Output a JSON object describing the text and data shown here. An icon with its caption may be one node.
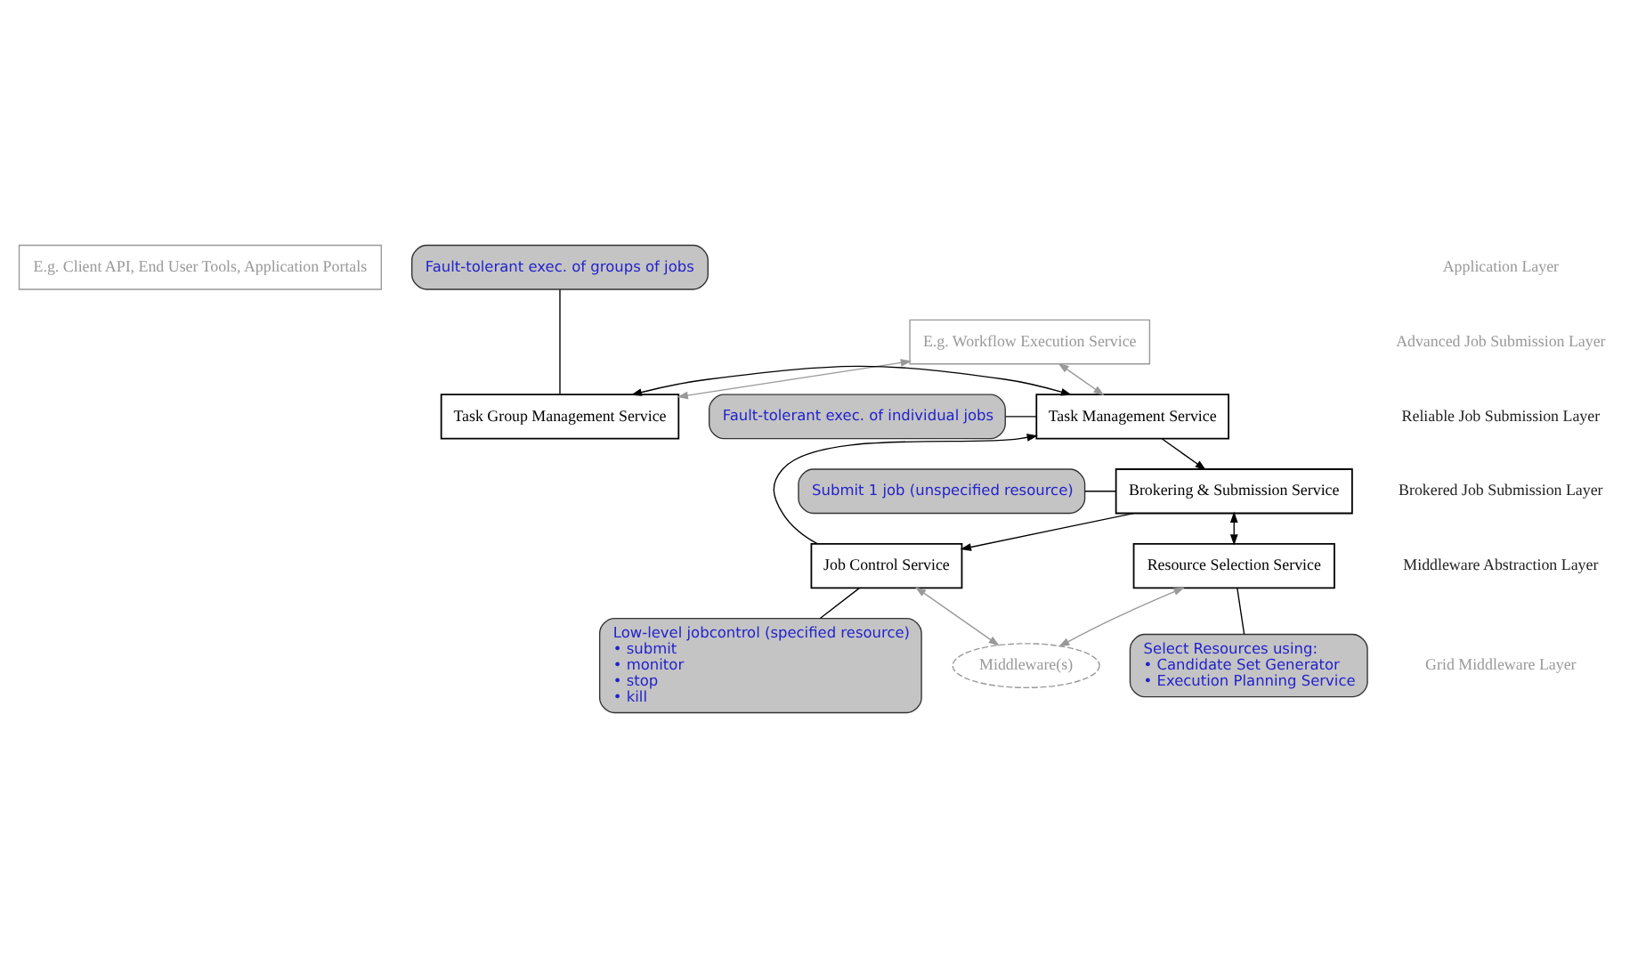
{
  "diagram": {
    "nodes": [
      {
        "text": [
          "E.g. Client API, End User Tools, Application Portals"
        ]
      },
      {
        "text": [
          "Fault-tolerant exec. of groups of jobs"
        ]
      },
      {
        "text": [
          "E.g. Workflow Execution Service"
        ]
      },
      {
        "text": [
          "Fault-tolerant exec. of individual jobs"
        ]
      },
      {
        "text": [
          "Task Group Management Service"
        ]
      },
      {
        "text": [
          "Task Management Service"
        ]
      },
      {
        "text": [
          "Submit 1 job (unspecified resource)"
        ]
      },
      {
        "text": [
          "Brokering & Submission Service"
        ]
      },
      {
        "text": [
          "Job Control Service"
        ]
      },
      {
        "text": [
          "Resource Selection Service"
        ]
      },
      {
        "text": [
          "Low-level jobcontrol (specified resource)",
          "• submit",
          "• monitor",
          "• stop",
          "• kill"
        ]
      },
      {
        "text": [
          "Middleware(s)"
        ]
      },
      {
        "text": [
          "Select Resources using:",
          "• Candidate Set Generator",
          "• Execution Planning Service"
        ]
      }
    ],
    "edges": [
      {
        "from": 2,
        "to": 5,
        "arrow": "both",
        "color": "#999999"
      },
      {
        "from": 2,
        "to": 4,
        "arrow": "both",
        "color": "#999999"
      },
      {
        "from": 4,
        "to": 5,
        "arrow": "both"
      },
      {
        "from": 5,
        "to": 7,
        "arrow": "to"
      },
      {
        "from": 8,
        "to": 5,
        "arrow": "to"
      },
      {
        "from": 7,
        "to": 8,
        "arrow": "to"
      },
      {
        "from": 7,
        "to": 9,
        "arrow": "both"
      },
      {
        "from": 8,
        "to": 11,
        "arrow": "both",
        "color": "#999999"
      },
      {
        "from": 9,
        "to": 11,
        "arrow": "both",
        "color": "#999999"
      },
      {
        "from": 1,
        "to": 4,
        "arrow": "none"
      },
      {
        "from": 3,
        "to": 5,
        "arrow": "none"
      },
      {
        "from": 6,
        "to": 7,
        "arrow": "none"
      },
      {
        "from": 10,
        "to": 8,
        "arrow": "none"
      },
      {
        "from": 12,
        "to": 9,
        "arrow": "none"
      }
    ],
    "labels": [
      "Application Layer",
      "Advanced Job Submission Layer",
      "Reliable Job Submission Layer",
      "Brokered Job Submission Layer",
      "Middleware Abstraction Layer",
      "Grid Middleware Layer"
    ]
  }
}
